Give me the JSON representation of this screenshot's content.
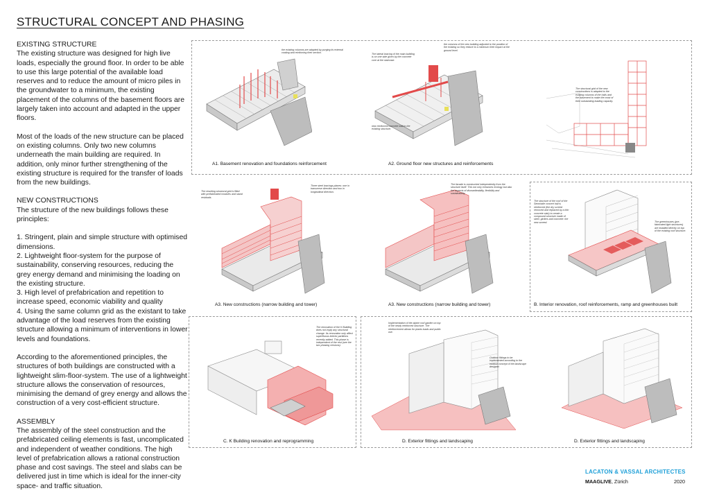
{
  "title": "STRUCTURAL CONCEPT AND PHASING",
  "text": {
    "existing_heading": "EXISTING STRUCTURE",
    "existing_p1": "The existing structure was designed for high live loads, especially the ground floor. In order to be able to use this large potential of the available load reserves and to reduce the amount of micro piles in the groundwater to a minimum, the existing placement of the columns of the basement floors are largely taken into account and adapted in the upper floors.",
    "existing_p2": "Most of the loads of the new structure can be placed on existing columns. Only two new columns underneath the main building are required. In addition, only minor further strengthening of the existing structure is required for the transfer of loads from the new buildings.",
    "new_heading": "NEW CONSTRUCTIONS",
    "new_intro": "The structure of the new buildings follows these principles:",
    "new_1": "1. Stringent, plain and simple structure with optimised dimensions.",
    "new_2": "2. Lightweight floor-system for the purpose of sustainability, conserving resources, reducing the grey energy demand and minimising the loading on the existing structure.",
    "new_3": "3. High level of prefabrication and repetition to increase speed, economic viability and quality",
    "new_4": "4. Using the same column grid as the existant to take advantage of the load reserves from the existing structure allowing a minimum of interventions in lower levels and foundations.",
    "new_p2": "According to the aforementioned principles, the structures of both buildings are constructed with a lightweight slim-floor-system. The use of a lightweight structure allows the conservation of resources, minimising the demand of grey energy and allows the construction of a very cost-efficient structure.",
    "assembly_heading": "ASSEMBLY",
    "assembly_p": "The assembly of the steel construction and the prefabricated ceiling elements is fast, uncomplicated and independent of weather conditions. The high level of prefabrication allows a rational construction phase and cost savings. The steel and slabs can be delivered just in time which is ideal for the inner-city space- and traffic situation."
  },
  "captions": {
    "a1": "A1. Basement renovation and foundations reinforcement",
    "a2": "A2. Ground floor new structures and reinforcements",
    "a3a": "A3. New constructions (narrow building and tower)",
    "a3b": "A3. New constructions (narrow building and tower)",
    "b": "B. Interior renovation, roof reinforcements, ramp and greenhouses built",
    "c": "C. K Building renovation and reprogramming",
    "d1": "D. Exterior fittings and landscaping",
    "d2": "D. Exterior fittings and landscaping"
  },
  "notes": {
    "a1": "the existing columns are adapted by purging its external coating and reinforcing their section.",
    "a2_top": "the columns of the new building adjusted to the position of the existing so they reduce to a minimum their impact at the ground level.",
    "a2_left": "The lateral bracing of the main building is on one side given by the concrete core at the staircase.",
    "a2_bottom": "new reinforced concrete wall to the existing structure.",
    "plan": "The structural grid of the new constructions is adapted to the existing columns of the halls and the basement to make the most of their outstanding loading capacity.",
    "a3a_left": "The resulting structural grid is filled with prefabricated modules and stand residuals.",
    "a3a_right": "Three steel bracings planes: one in transverse direction and two in longitudinal direction.",
    "a3b": "The facade is constructed independently from the structure itself. This not only enhances ecology but also the aspects of dismantleability, flexibility and sustainability.",
    "b_left": "The structure of the roof of the Sennhalle concert hall is reinforced (the dry screed removed and replaced by a thin concrete slab) to create a compound structure made of steel, girders and concrete: the new screed.",
    "b_right": "The greenhouses (pre-fabricated light structures) are installed directly on top of the existing roof structure.",
    "c": "The renovation of the K Building does not imply any structural change. Its renovation only affect superfluous interior partitions recently added. This phase is independent of the rest (see the two phasing versions).",
    "d1_top": "Implementation of the alpine roof garden on top of the newly reinforced structure. The reinforcement allows for plants loads and public use.",
    "d1_right": "Outdoor fittings to be implemented according to the inodoor concept of the landscape designer."
  },
  "footer": {
    "studio": "LACATON & VASSAL ARCHITECTES",
    "project": "MAAGLIVE",
    "city": ", Zürich",
    "year": "2020"
  },
  "colors": {
    "accent_red": "#e24a4a",
    "light_red": "#f2b3b3",
    "studio_blue": "#1fa0d8",
    "drawing_grey": "#8a8a8a"
  }
}
